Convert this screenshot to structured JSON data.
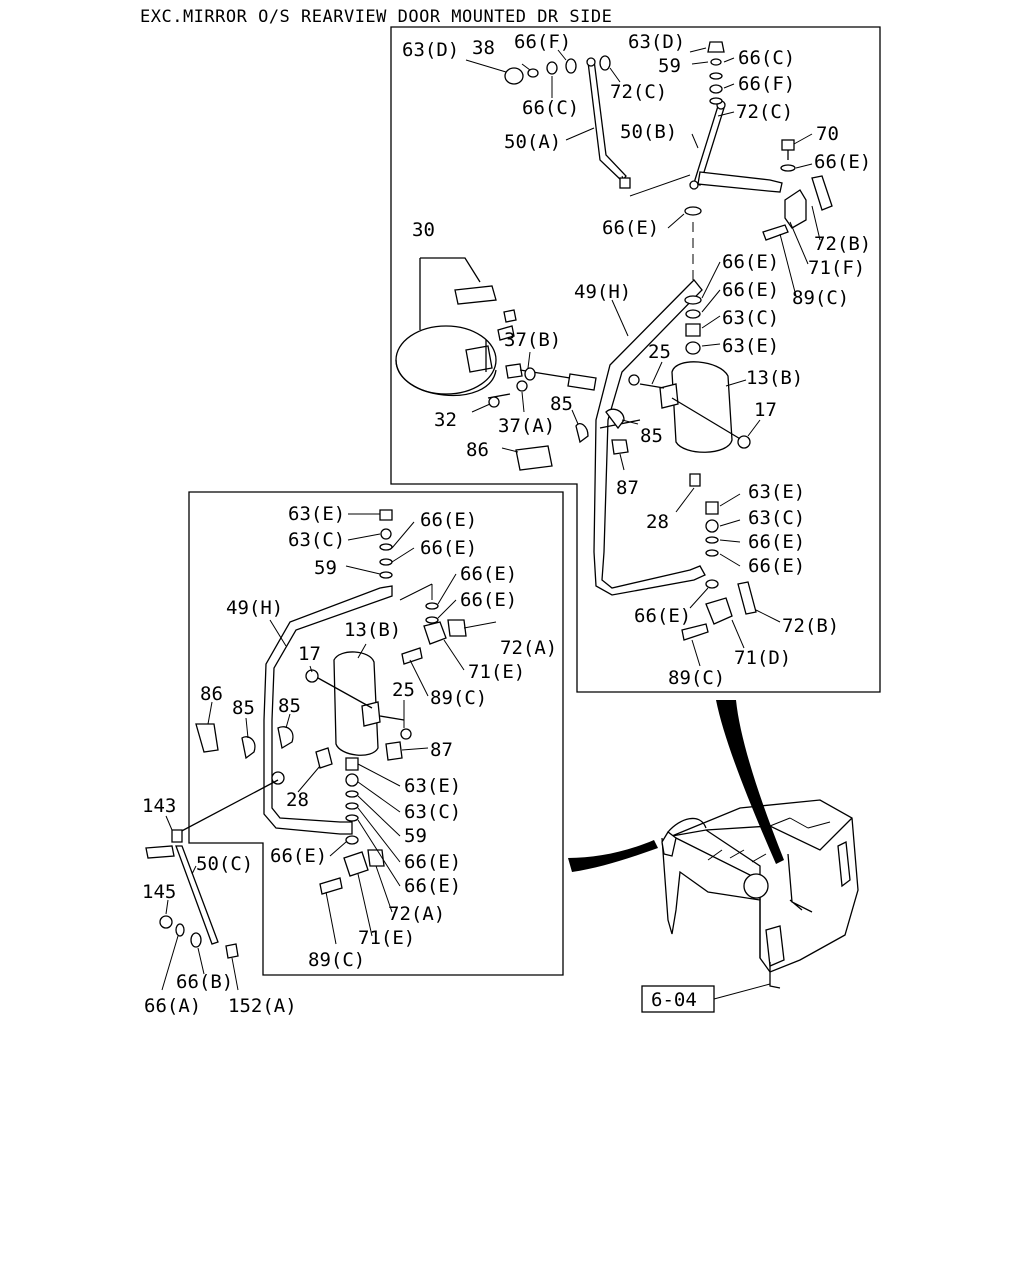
{
  "title": "EXC.MIRROR O/S REARVIEW DOOR MOUNTED DR SIDE",
  "reference_box": "6-04",
  "callouts": {
    "p_63D_a": "63(D)",
    "p_38": "38",
    "p_66F_a": "66(F)",
    "p_63D_b": "63(D)",
    "p_59_a": "59",
    "p_66C_a": "66(C)",
    "p_66F_b": "66(F)",
    "p_66C_b": "66(C)",
    "p_72C_a": "72(C)",
    "p_72C_b": "72(C)",
    "p_50A": "50(A)",
    "p_50B": "50(B)",
    "p_70": "70",
    "p_66E_1": "66(E)",
    "p_72B_a": "72(B)",
    "p_71F": "71(F)",
    "p_66E_2": "66(E)",
    "p_30": "30",
    "p_89C_a": "89(C)",
    "p_49H_a": "49(H)",
    "p_66E_3": "66(E)",
    "p_66E_4": "66(E)",
    "p_63C_a": "63(C)",
    "p_37B": "37(B)",
    "p_63E_a": "63(E)",
    "p_25_a": "25",
    "p_13B_a": "13(B)",
    "p_17_a": "17",
    "p_32": "32",
    "p_37A": "37(A)",
    "p_85_a": "85",
    "p_85_b": "85",
    "p_86_a": "86",
    "p_87_a": "87",
    "p_28_a": "28",
    "p_63E_b": "63(E)",
    "p_63C_b": "63(C)",
    "p_66E_5": "66(E)",
    "p_66E_6": "66(E)",
    "p_66E_7": "66(E)",
    "p_72B_b": "72(B)",
    "p_71D": "71(D)",
    "p_89C_b": "89(C)",
    "q_63E_a": "63(E)",
    "q_66E_a": "66(E)",
    "q_63C_a": "63(C)",
    "q_66E_b": "66(E)",
    "q_59_a": "59",
    "q_66E_c": "66(E)",
    "q_66E_d": "66(E)",
    "q_49H": "49(H)",
    "q_13B": "13(B)",
    "q_72A_a": "72(A)",
    "q_71E_a": "71(E)",
    "q_17": "17",
    "q_89C_a": "89(C)",
    "q_25": "25",
    "q_86": "86",
    "q_85_a": "85",
    "q_85_b": "85",
    "q_87": "87",
    "q_63E_b": "63(E)",
    "q_28": "28",
    "q_63C_b": "63(C)",
    "q_143": "143",
    "q_59_b": "59",
    "q_50C": "50(C)",
    "q_66E_e": "66(E)",
    "q_66E_f": "66(E)",
    "q_66E_g": "66(E)",
    "q_145": "145",
    "q_72A_b": "72(A)",
    "q_71E_b": "71(E)",
    "q_66B": "66(B)",
    "q_89C_b": "89(C)",
    "q_66A": "66(A)",
    "q_152A": "152(A)"
  }
}
